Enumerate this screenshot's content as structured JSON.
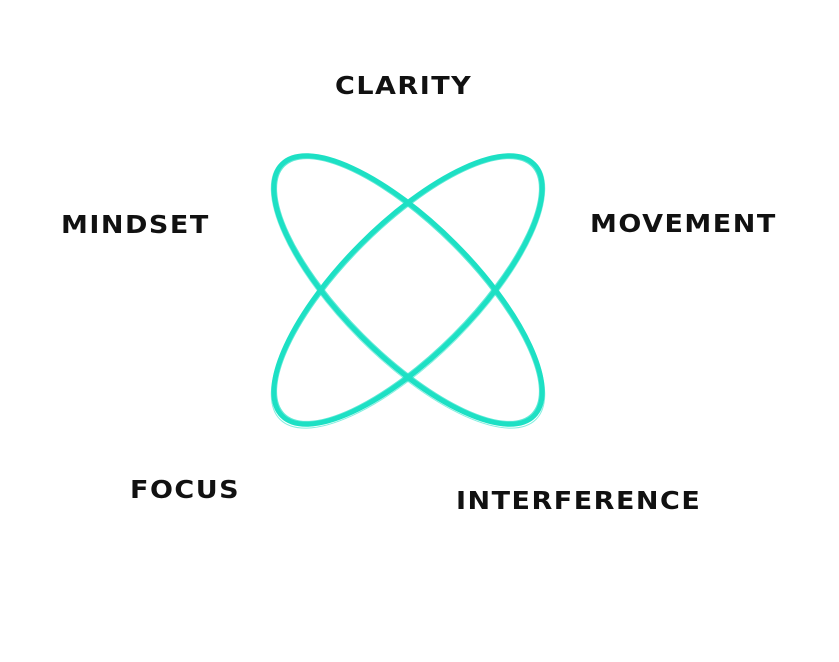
{
  "labels": {
    "clarity": "CLARITY",
    "mindset": "MINDSET",
    "movement": "MOVEMENT",
    "focus": "FOCUS",
    "interference": "INTERFERENCE"
  },
  "colors": {
    "accent": "#1de0c4",
    "text": "#111111",
    "background": "#ffffff"
  },
  "icon": "crossed-orbits-icon"
}
